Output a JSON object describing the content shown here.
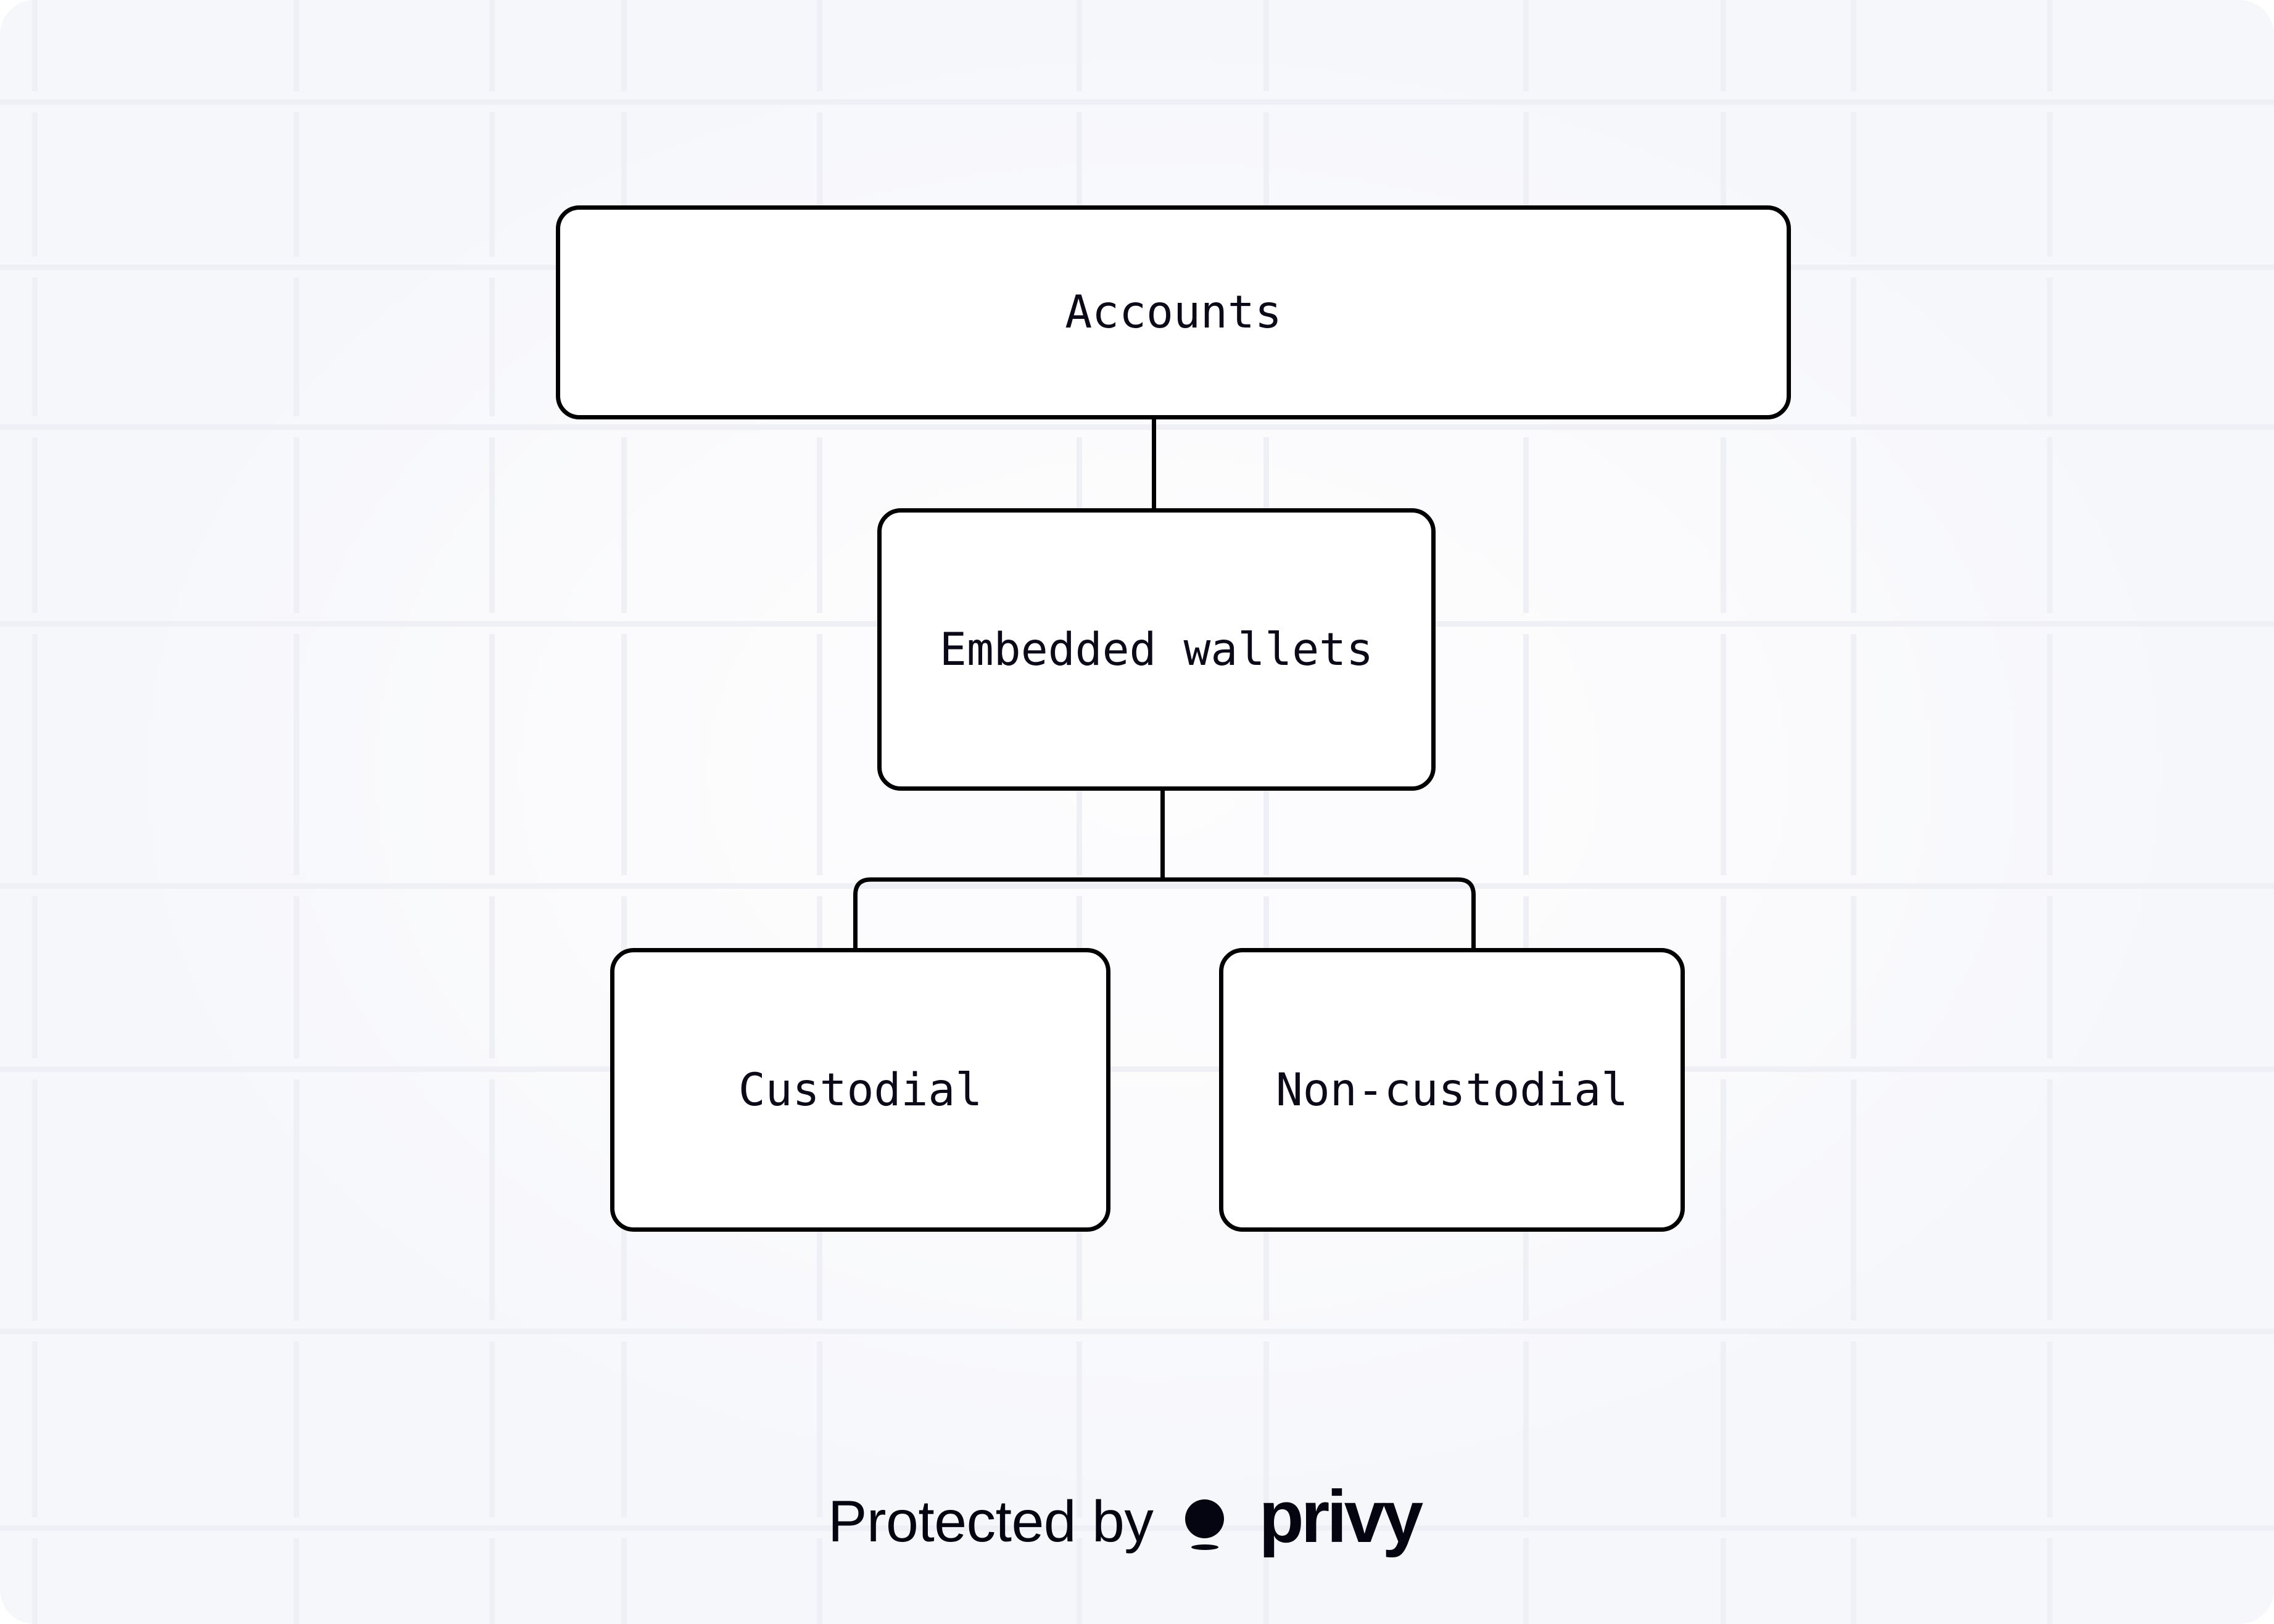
{
  "diagram": {
    "type": "hierarchy",
    "nodes": {
      "accounts": {
        "label": "Accounts"
      },
      "embedded_wallets": {
        "label": "Embedded wallets"
      },
      "custodial": {
        "label": "Custodial"
      },
      "non_custodial": {
        "label": "Non-custodial"
      }
    },
    "edges": [
      {
        "from": "Accounts",
        "to": "Embedded wallets"
      },
      {
        "from": "Embedded wallets",
        "to": "Custodial"
      },
      {
        "from": "Embedded wallets",
        "to": "Non-custodial"
      }
    ]
  },
  "footer": {
    "protected_by": "Protected by",
    "brand_icon": "privy-logo-icon",
    "brand_name": "privy"
  },
  "colors": {
    "background": "#f8f9fc",
    "grid_line": "#eef0f6",
    "node_border": "#000000",
    "node_fill": "#ffffff",
    "text": "#0a0a18"
  }
}
